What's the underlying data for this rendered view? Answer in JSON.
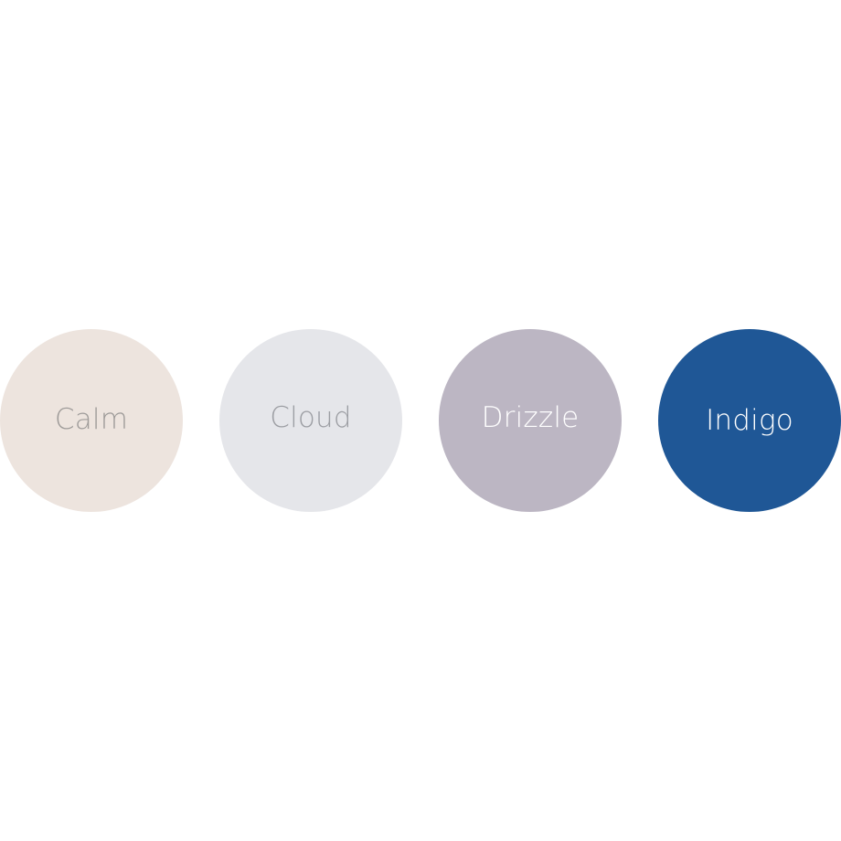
{
  "swatches": [
    {
      "label": "Calm",
      "fill": "#ede4de",
      "text_color": "#9e9b99"
    },
    {
      "label": "Cloud",
      "fill": "#e5e6ea",
      "text_color": "#9c9ea3"
    },
    {
      "label": "Drizzle",
      "fill": "#bcb6c3",
      "text_color": "#ffffff"
    },
    {
      "label": "Indigo",
      "fill": "#1f5796",
      "text_color": "#ffffff"
    }
  ]
}
